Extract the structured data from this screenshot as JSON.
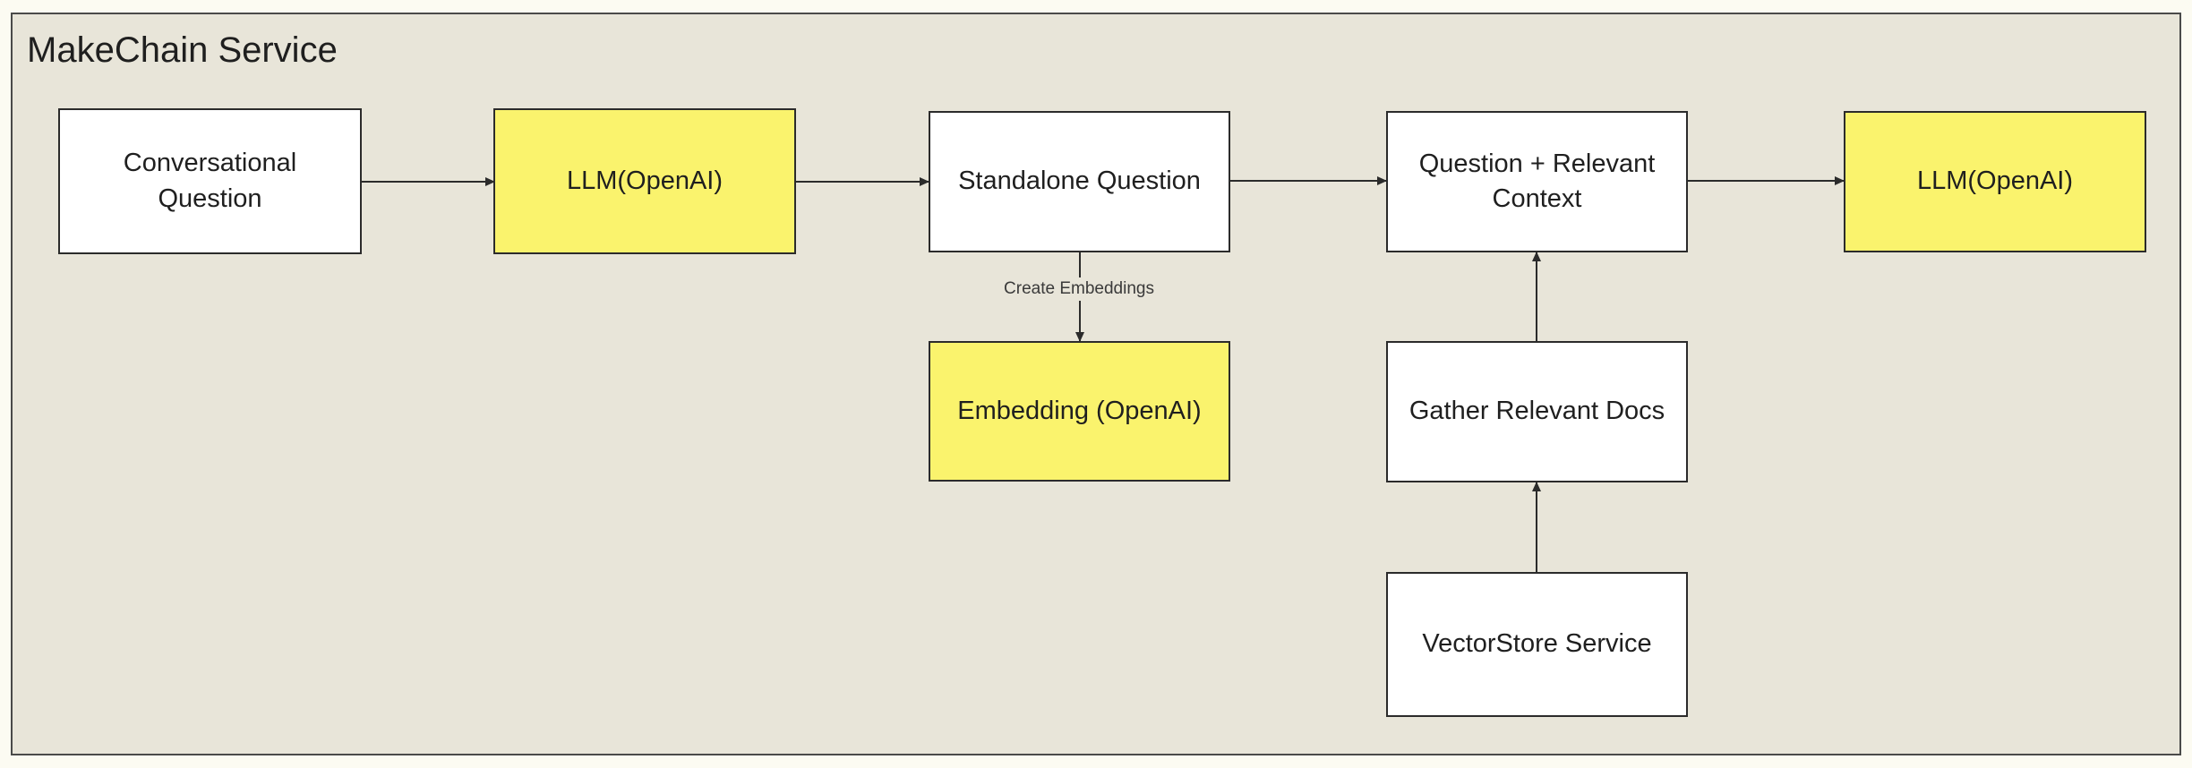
{
  "diagram": {
    "title": "MakeChain Service",
    "nodes": {
      "conversational_question": "Conversational Question",
      "llm_openai_1": "LLM(OpenAI)",
      "standalone_question": "Standalone Question",
      "embedding_openai": "Embedding (OpenAI)",
      "question_context": "Question + Relevant Context",
      "gather_docs": "Gather Relevant Docs",
      "vectorstore_service": "VectorStore Service",
      "llm_openai_2": "LLM(OpenAI)"
    },
    "edge_labels": {
      "create_embeddings": "Create Embeddings"
    },
    "colors": {
      "background": "#e8e5d9",
      "llm_fill": "#faf36d",
      "node_fill": "#ffffff",
      "stroke": "#2b2b2b"
    }
  }
}
